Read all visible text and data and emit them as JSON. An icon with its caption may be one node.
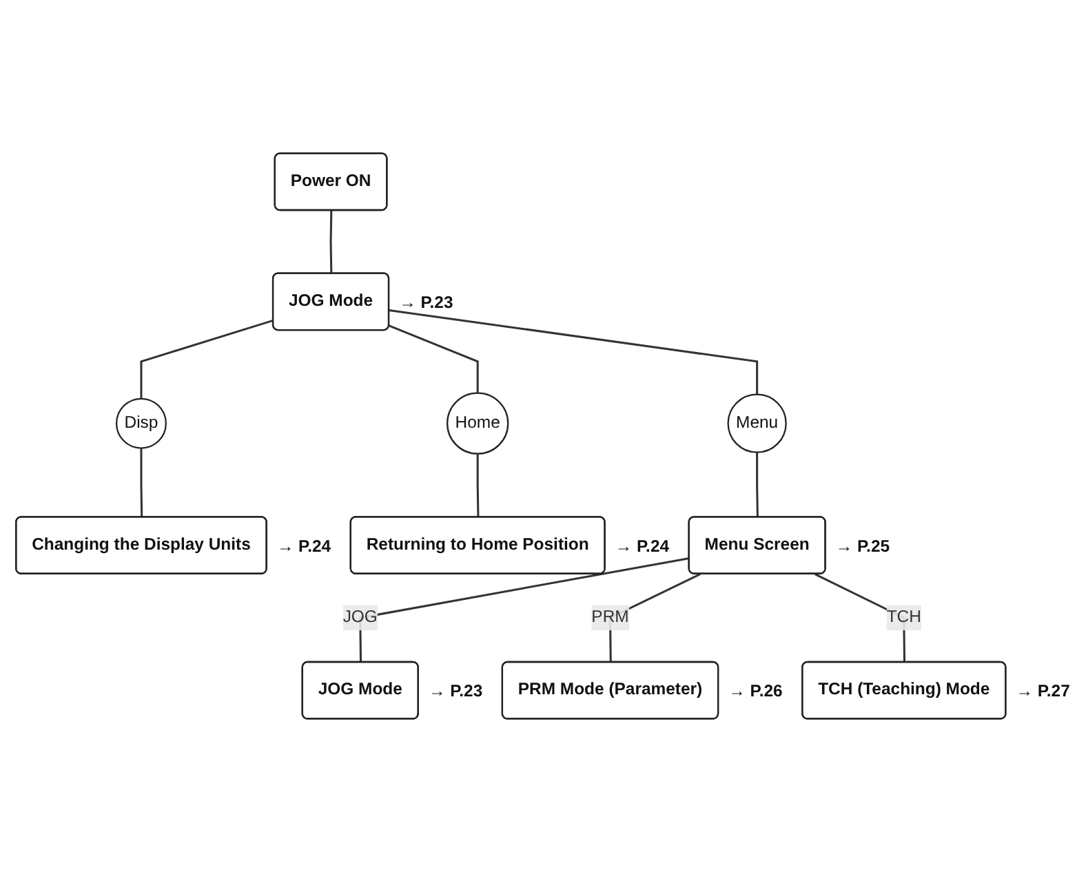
{
  "diagram": {
    "nodes": [
      {
        "text": [
          "Power ON"
        ]
      },
      {
        "text": [
          "JOG Mode"
        ],
        "beside": [
          "→ P.23"
        ]
      },
      {
        "text": [
          "Disp"
        ]
      },
      {
        "text": [
          "Changing the Display Units"
        ],
        "beside": [
          "→ P.24"
        ]
      },
      {
        "text": [
          "Home"
        ]
      },
      {
        "text": [
          "Returning to Home Position"
        ],
        "beside": [
          "→ P.24"
        ]
      },
      {
        "text": [
          "Menu"
        ]
      },
      {
        "text": [
          "Menu Screen"
        ],
        "beside": [
          "→ P.25"
        ]
      },
      {
        "text": [
          "JOG Mode"
        ],
        "beside": [
          "→ P.23"
        ]
      },
      {
        "text": [
          "PRM Mode (Parameter)"
        ],
        "beside": [
          "→ P.26"
        ]
      },
      {
        "text": [
          "TCH (Teaching) Mode"
        ],
        "beside": [
          "→ P.27"
        ]
      }
    ],
    "edges": [
      {
        "from": 0,
        "to": 1,
        "arrow": "none"
      },
      {
        "from": 1,
        "to": 2,
        "arrow": "none"
      },
      {
        "from": 2,
        "to": 3,
        "arrow": "none"
      },
      {
        "from": 1,
        "to": 4,
        "arrow": "none"
      },
      {
        "from": 4,
        "to": 5,
        "arrow": "none"
      },
      {
        "from": 1,
        "to": 6,
        "arrow": "none"
      },
      {
        "from": 6,
        "to": 7,
        "arrow": "none"
      },
      {
        "from": 7,
        "to": 8,
        "label": "JOG",
        "arrow": "none"
      },
      {
        "from": 7,
        "to": 9,
        "label": "PRM",
        "arrow": "none"
      },
      {
        "from": 7,
        "to": 10,
        "label": "TCH",
        "arrow": "none"
      }
    ]
  }
}
